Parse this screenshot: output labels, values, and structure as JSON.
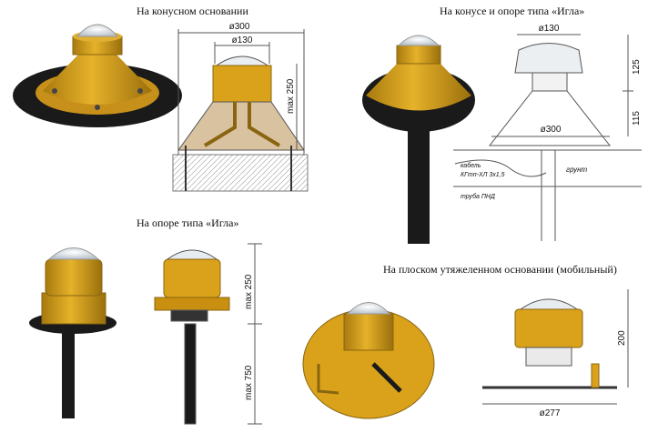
{
  "captions": {
    "cone_base": "На конусном основании",
    "cone_and_needle": "На конусе и опоре типа «Игла»",
    "needle": "На опоре типа «Игла»",
    "flat_weighted": "На плоском утяжеленном основании (мобильный)"
  },
  "dimensions": {
    "cone_outer_d": "ø300",
    "cone_top_d": "ø130",
    "cone_height": "max 250",
    "needle_top_d": "ø130",
    "needle_dim_125": "125",
    "needle_dim_115": "115",
    "needle_base_d": "ø300",
    "needle_head_height": "max 250",
    "needle_post_height": "max 750",
    "flat_height": "200",
    "flat_base_d": "ø277"
  },
  "labels": {
    "cable": "кабель",
    "cable_type": "КГтп-ХЛ 3х1,5",
    "ground": "грунт",
    "pipe": "труба ПНД"
  },
  "colors": {
    "yellow": "#d9a21a",
    "yellow_dark": "#a87a0e",
    "black": "#1a1a1a",
    "line": "#555555",
    "tan": "#c9a876"
  }
}
